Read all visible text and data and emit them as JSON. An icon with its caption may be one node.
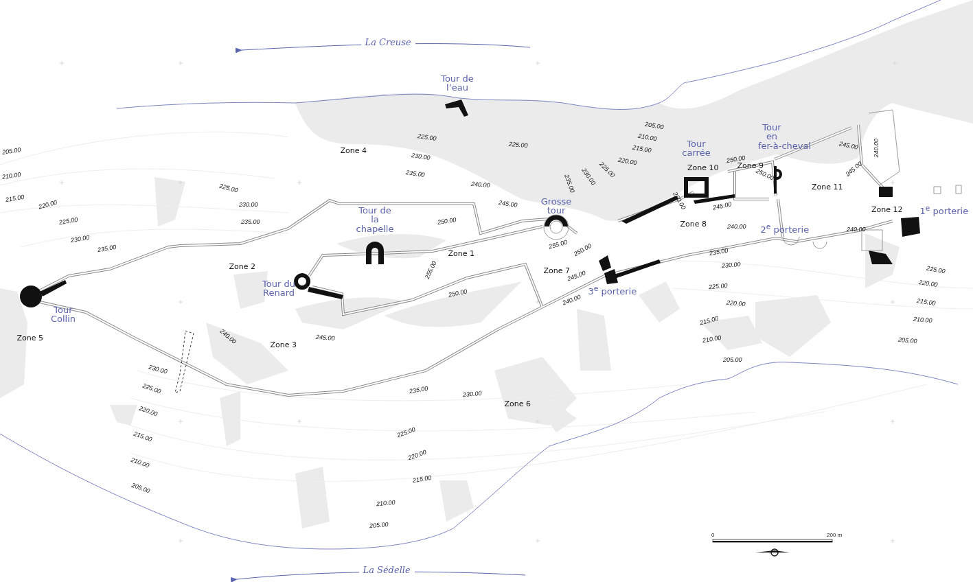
{
  "diagram": {
    "labels": [
      "La Creuse",
      "Tour de l’eau",
      "205.00",
      "210.00",
      "215.00",
      "Tour carrée",
      "Tour en fer-à-cheval",
      "225.00",
      "225.00",
      "Zone 4",
      "230.00",
      "235.00",
      "240.00",
      "245.00",
      "250.00",
      "235.00",
      "230.00",
      "225.00",
      "220.00",
      "245.00",
      "240.00",
      "245.00",
      "250.00",
      "250.00",
      "Zone 10",
      "Zone 9",
      "Zone 11",
      "205.00",
      "210.00",
      "215.00",
      "220.00",
      "225.00",
      "230.00",
      "235.00",
      "225.00",
      "230.00",
      "235.00",
      "Grosse tour",
      "Tour de la chapelle",
      "250.00",
      "Zone 8",
      "245.00",
      "240.00",
      "2$^{e}$ porterie",
      "240.00",
      "Zone 12",
      "1$^{e}$ porterie",
      "255.00",
      "250.00",
      "Zone 1",
      "255.00",
      "Zone 2",
      "Tour du Renard",
      "Zone 7",
      "245.00",
      "240.00",
      "3$^{e}$ porterie",
      "250.00",
      "235.00",
      "230.00",
      "225.00",
      "220.00",
      "215.00",
      "210.00",
      "205.00",
      "225.00",
      "220.00",
      "215.00",
      "210.00",
      "205.00",
      "Tour Collin",
      "Zone 5",
      "240.00",
      "245.00",
      "Zone 3",
      "230.00",
      "225.00",
      "220.00",
      "215.00",
      "210.00",
      "205.00",
      "235.00",
      "230.00",
      "Zone 6",
      "225.00",
      "220.00",
      "215.00",
      "210.00",
      "205.00",
      "0",
      "200 m",
      "La Sédelle"
    ]
  }
}
